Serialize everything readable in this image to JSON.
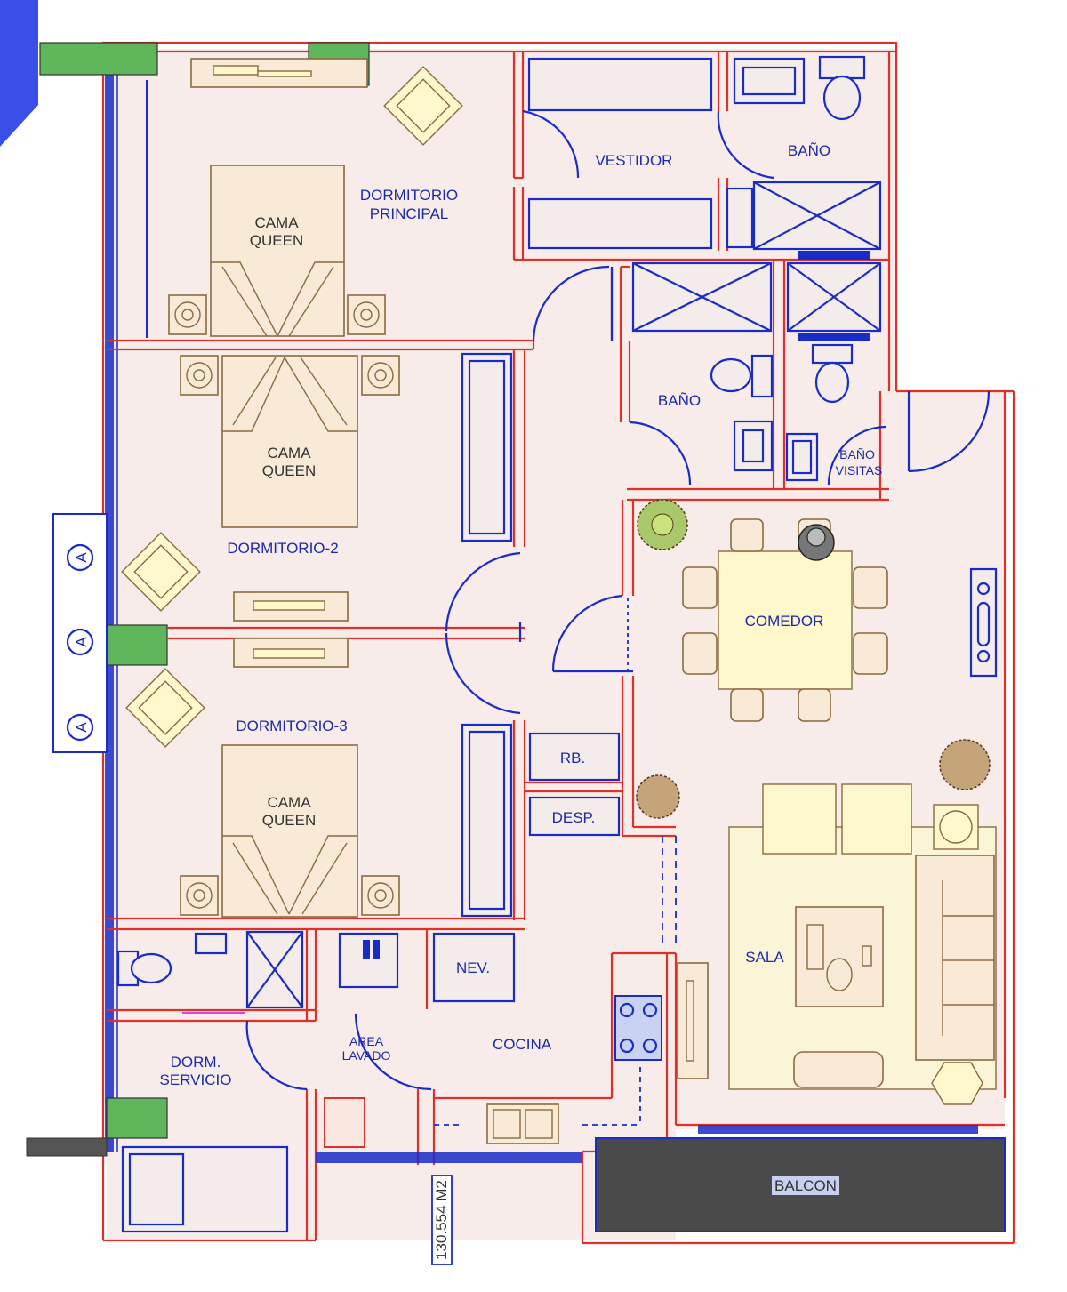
{
  "colors": {
    "wall": "#e0302c",
    "blue_lines": "#1a2cc8",
    "floor": "#f4ecea",
    "furniture": "#f8ead6",
    "label_text": "#1a2aa8",
    "balcony": "#4a4a4a",
    "columns": "#5fb55a",
    "corner_tab": "#3a4fe8"
  },
  "rooms": {
    "vestidor": "VESTIDOR",
    "bano_master": "BAÑO",
    "dormitorio_principal_1": "DORMITORIO",
    "dormitorio_principal_2": "PRINCIPAL",
    "bano_2": "BAÑO",
    "bano_visitas_1": "BAÑO",
    "bano_visitas_2": "VISITAS",
    "dormitorio_2": "DORMITORIO-2",
    "dormitorio_3": "DORMITORIO-3",
    "comedor": "COMEDOR",
    "rb": "RB.",
    "desp": "DESP.",
    "sala": "SALA",
    "nev": "NEV.",
    "area_lavado_1": "AREA",
    "area_lavado_2": "LAVADO",
    "cocina": "COCINA",
    "dorm_servicio_1": "DORM.",
    "dorm_servicio_2": "SERVICIO",
    "balcon": "BALCON"
  },
  "beds": {
    "line1": "CAMA",
    "line2": "QUEEN"
  },
  "area_tag": "130.554 M2",
  "column_markers": [
    "A",
    "A",
    "A"
  ]
}
